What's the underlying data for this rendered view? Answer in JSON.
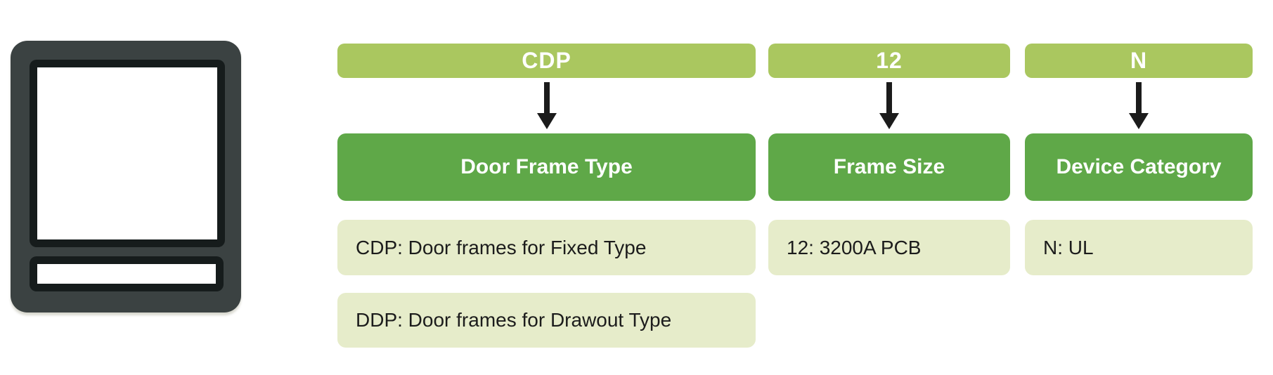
{
  "colors": {
    "page-bg": "#ffffff",
    "code-box-bg": "#aac75f",
    "header-box-bg": "#5fa848",
    "desc-box-bg": "#e6ecca",
    "box-text-light": "#ffffff",
    "desc-text": "#1c1c1c",
    "arrow-color": "#1b1b1b",
    "frame-body": "#3b4242",
    "frame-bezel": "#161c1c",
    "frame-cutout": "#ffffff"
  },
  "product_image": {
    "name": "door-frame-front-view",
    "parts": [
      "outer-frame",
      "display-window-cutout",
      "bottom-slot-cutout"
    ]
  },
  "legend": {
    "code_segments": [
      "CDP",
      "12",
      "N"
    ],
    "columns": [
      {
        "code": "CDP",
        "category": "Door Frame Type",
        "options": [
          "CDP: Door frames for Fixed Type",
          "DDP: Door frames for Drawout Type"
        ]
      },
      {
        "code": "12",
        "category": "Frame Size",
        "options": [
          "12: 3200A PCB"
        ]
      },
      {
        "code": "N",
        "category": "Device Category",
        "options": [
          "N: UL"
        ]
      }
    ]
  }
}
